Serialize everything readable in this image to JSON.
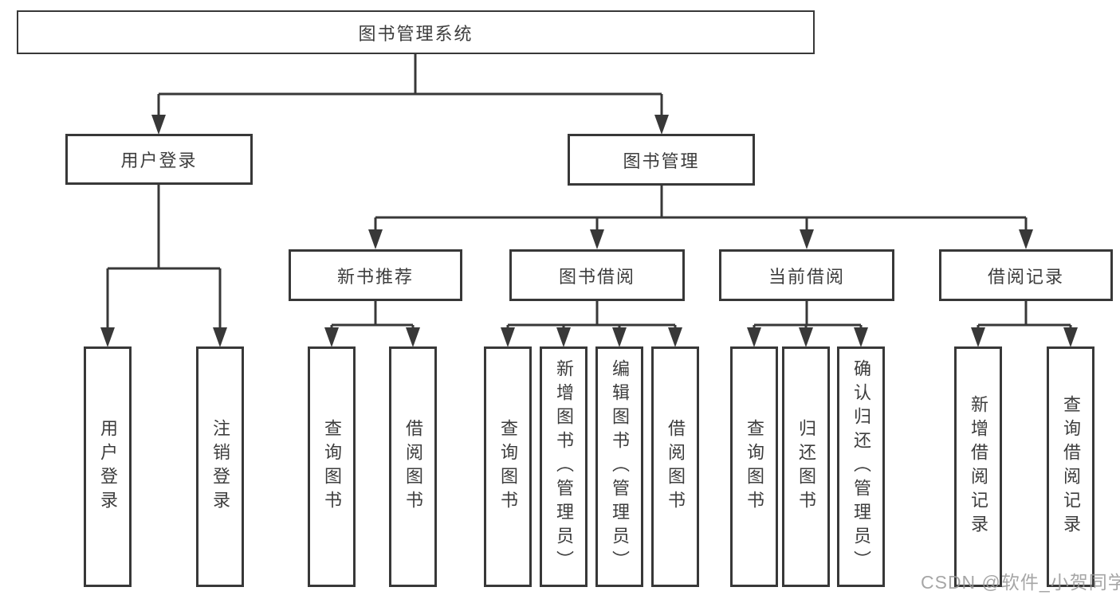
{
  "diagram": {
    "tree": {
      "label": "图书管理系统",
      "children": [
        {
          "label": "用户登录",
          "children": [
            {
              "label": "用户登录"
            },
            {
              "label": "注销登录"
            }
          ]
        },
        {
          "label": "图书管理",
          "children": [
            {
              "label": "新书推荐",
              "children": [
                {
                  "label": "查询图书"
                },
                {
                  "label": "借阅图书"
                }
              ]
            },
            {
              "label": "图书借阅",
              "children": [
                {
                  "label": "查询图书"
                },
                {
                  "label": "新增图书（管理员）"
                },
                {
                  "label": "编辑图书（管理员）"
                },
                {
                  "label": "借阅图书"
                }
              ]
            },
            {
              "label": "当前借阅",
              "children": [
                {
                  "label": "查询图书"
                },
                {
                  "label": "归还图书"
                },
                {
                  "label": "确认归还（管理员）"
                }
              ]
            },
            {
              "label": "借阅记录",
              "children": [
                {
                  "label": "新增借阅记录"
                },
                {
                  "label": "查询借阅记录"
                }
              ]
            }
          ]
        }
      ]
    },
    "watermark": "CSDN @软件_小贺同学",
    "colors": {
      "line": "#383838",
      "text": "#3d3d3d",
      "background": "#ffffff",
      "watermark": "#969696"
    }
  }
}
